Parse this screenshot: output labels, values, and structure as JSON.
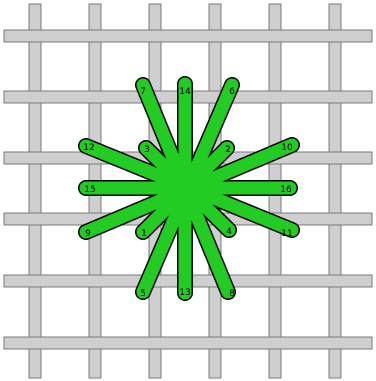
{
  "diagram": {
    "colors": {
      "canvas_thread_fill": "#cfcfcf",
      "canvas_thread_stroke": "#7a7a7a",
      "stitch_fill": "#22cc22",
      "stitch_stroke": "#000000",
      "background": "#ffffff"
    },
    "stitch_labels": {
      "s1": "1",
      "s2": "2",
      "s3": "3",
      "s4": "4",
      "s5": "5",
      "s6": "6",
      "s7": "7",
      "s8": "8",
      "s9": "9",
      "s10": "10",
      "s11": "11",
      "s12": "12",
      "s13": "13",
      "s14": "14",
      "s15": "15",
      "s16": "16"
    }
  }
}
